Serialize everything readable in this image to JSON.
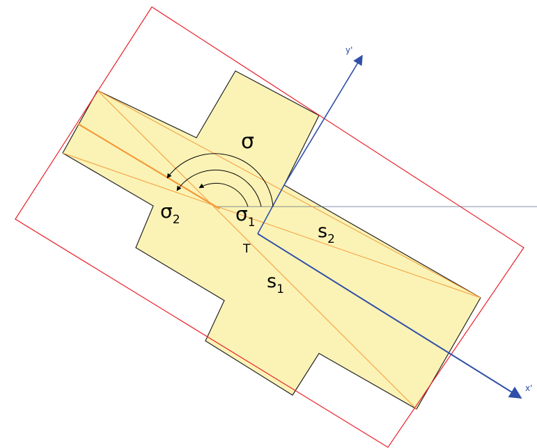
{
  "labels": {
    "sigma": "σ",
    "sigma1": "σ",
    "sigma1_sub": "1",
    "sigma2": "σ",
    "sigma2_sub": "2",
    "s1": "s",
    "s1_sub": "1",
    "s2": "s",
    "s2_sub": "2",
    "T": "T",
    "x_axis": "x'",
    "y_axis": "y'"
  },
  "colors": {
    "shape_fill": "#fbf3b5",
    "shape_stroke": "#222222",
    "bounding_rect": "#e8202a",
    "diagonals": "#f39a3a",
    "axes": "#2f4fa8",
    "reference_line": "#5a6a8a",
    "arcs": "#000000"
  }
}
